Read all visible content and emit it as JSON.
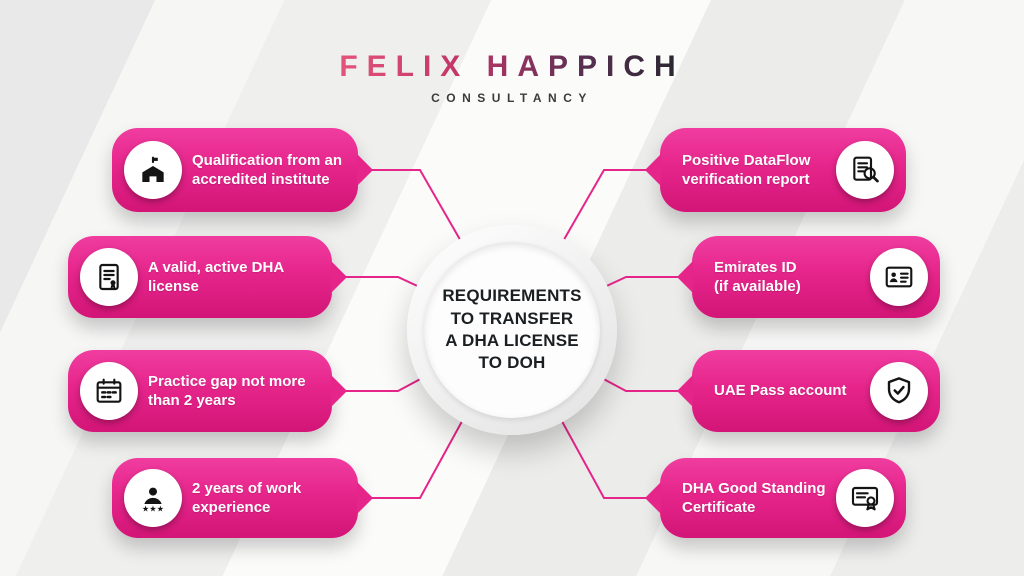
{
  "header": {
    "brand": "FELIX HAPPICH",
    "tagline": "CONSULTANCY"
  },
  "center": {
    "title": "REQUIREMENTS\nTO TRANSFER\nA DHA LICENSE\nTO DOH"
  },
  "left_items": [
    {
      "label": "Qualification from an\naccredited institute",
      "icon": "school-icon"
    },
    {
      "label": "A valid, active DHA\nlicense",
      "icon": "license-document-icon"
    },
    {
      "label": "Practice gap not more\nthan 2 years",
      "icon": "calendar-icon"
    },
    {
      "label": "2 years of work\nexperience",
      "icon": "work-experience-icon"
    }
  ],
  "right_items": [
    {
      "label": "Positive DataFlow\nverification report",
      "icon": "document-search-icon"
    },
    {
      "label": "Emirates ID\n(if available)",
      "icon": "id-card-icon"
    },
    {
      "label": "UAE Pass account",
      "icon": "shield-icon"
    },
    {
      "label": "DHA Good Standing\nCertificate",
      "icon": "certificate-icon"
    }
  ],
  "colors": {
    "accent": "#E6258B",
    "accent_dark": "#D31577",
    "icon_ink": "#141414",
    "title_ink": "#1B1F21"
  }
}
